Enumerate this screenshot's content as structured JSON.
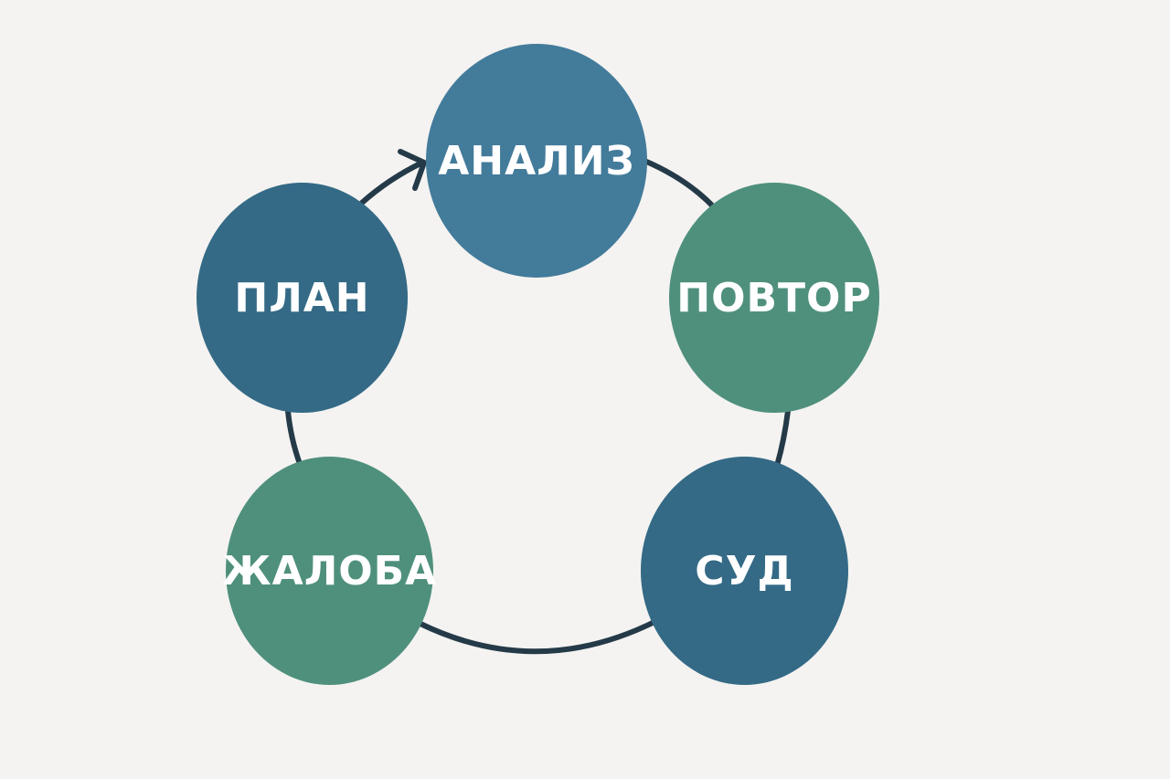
{
  "colors": {
    "background": "#f4f3f1",
    "connector": "#243a48",
    "blue": "#437b9b",
    "dark_blue": "#346a86",
    "green": "#4f907d"
  },
  "nodes": [
    {
      "id": "analysis",
      "label": "АНАЛИЗ",
      "color": "#437b9b"
    },
    {
      "id": "repeat",
      "label": "ПОВТОР",
      "color": "#4f907d"
    },
    {
      "id": "court",
      "label": "СУД",
      "color": "#346a86"
    },
    {
      "id": "complaint",
      "label": "ЖАЛОБА",
      "color": "#4f907d"
    },
    {
      "id": "plan",
      "label": "ПЛАН",
      "color": "#346a86"
    }
  ]
}
